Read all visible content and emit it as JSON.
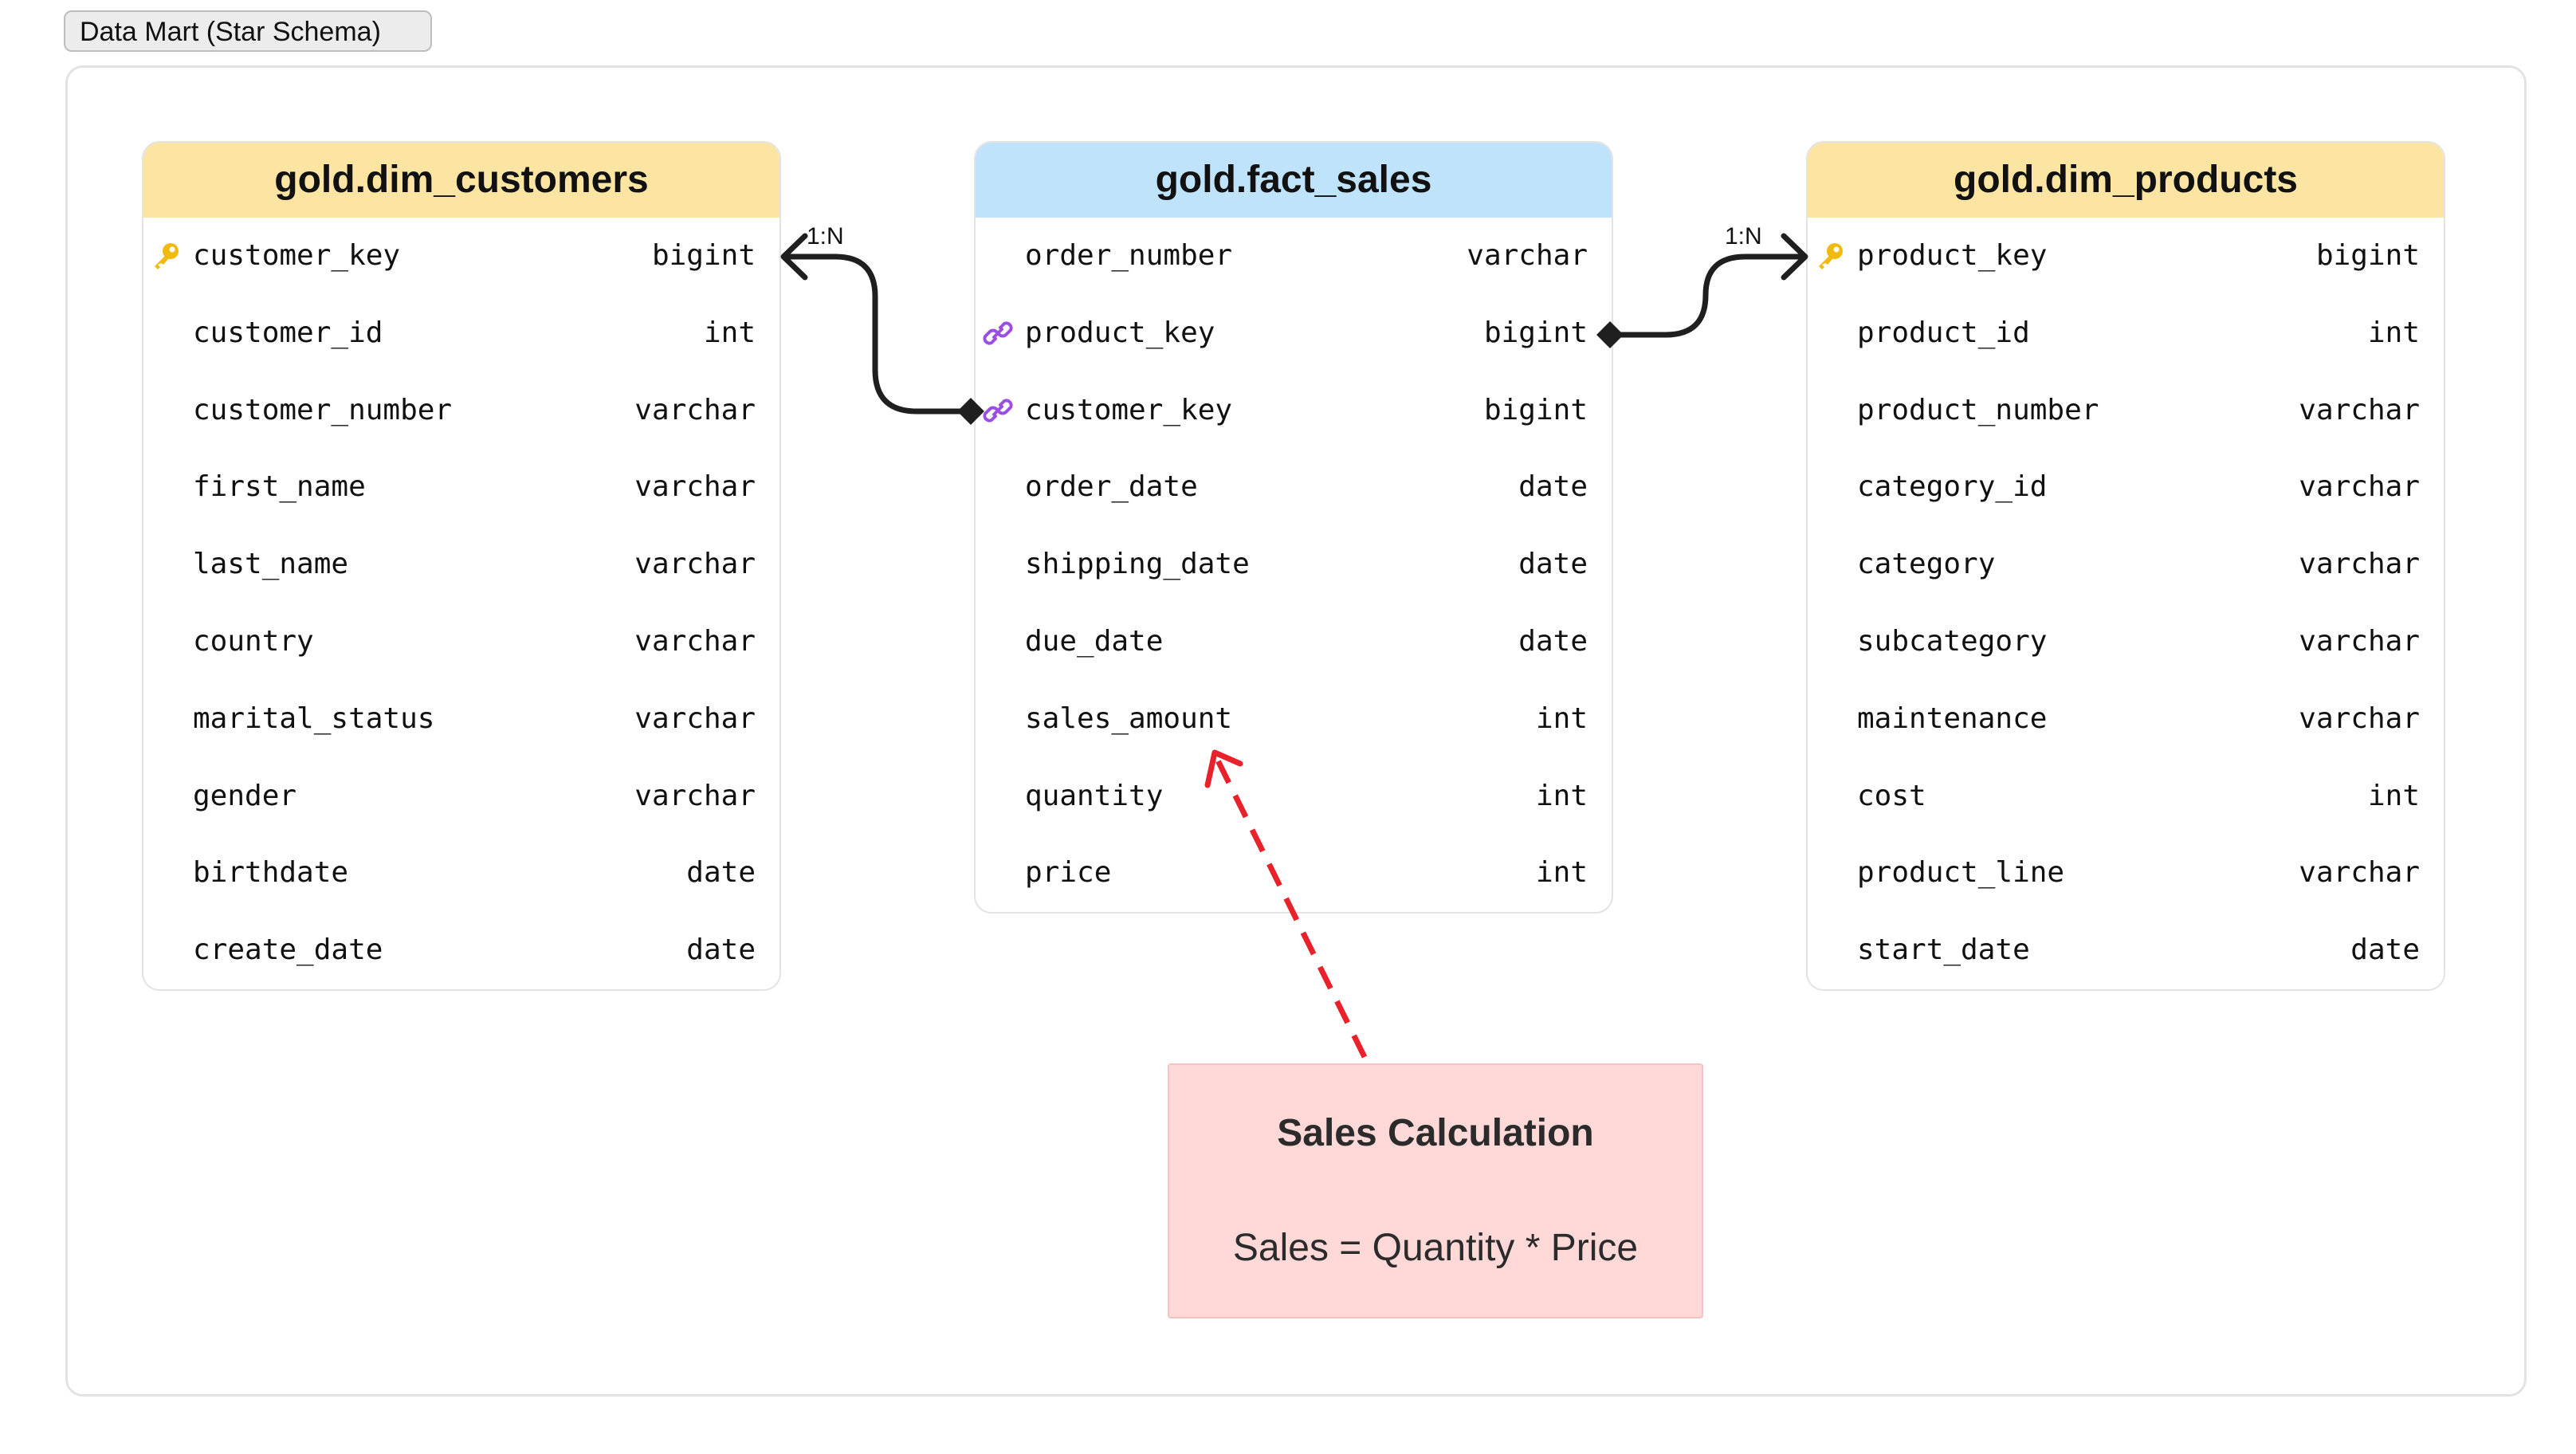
{
  "frame": {
    "label": "Data Mart (Star Schema)"
  },
  "tables": {
    "customers": {
      "title": "gold.dim_customers",
      "fields": [
        {
          "name": "customer_key",
          "type": "bigint",
          "icon": "key-icon"
        },
        {
          "name": "customer_id",
          "type": "int"
        },
        {
          "name": "customer_number",
          "type": "varchar"
        },
        {
          "name": "first_name",
          "type": "varchar"
        },
        {
          "name": "last_name",
          "type": "varchar"
        },
        {
          "name": "country",
          "type": "varchar"
        },
        {
          "name": "marital_status",
          "type": "varchar"
        },
        {
          "name": "gender",
          "type": "varchar"
        },
        {
          "name": "birthdate",
          "type": "date"
        },
        {
          "name": "create_date",
          "type": "date"
        }
      ]
    },
    "fact": {
      "title": "gold.fact_sales",
      "fields": [
        {
          "name": "order_number",
          "type": "varchar"
        },
        {
          "name": "product_key",
          "type": "bigint",
          "icon": "link-icon"
        },
        {
          "name": "customer_key",
          "type": "bigint",
          "icon": "link-icon"
        },
        {
          "name": "order_date",
          "type": "date"
        },
        {
          "name": "shipping_date",
          "type": "date"
        },
        {
          "name": "due_date",
          "type": "date"
        },
        {
          "name": "sales_amount",
          "type": "int"
        },
        {
          "name": "quantity",
          "type": "int"
        },
        {
          "name": "price",
          "type": "int"
        }
      ]
    },
    "products": {
      "title": "gold.dim_products",
      "fields": [
        {
          "name": "product_key",
          "type": "bigint",
          "icon": "key-icon"
        },
        {
          "name": "product_id",
          "type": "int"
        },
        {
          "name": "product_number",
          "type": "varchar"
        },
        {
          "name": "category_id",
          "type": "varchar"
        },
        {
          "name": "category",
          "type": "varchar"
        },
        {
          "name": "subcategory",
          "type": "varchar"
        },
        {
          "name": "maintenance",
          "type": "varchar"
        },
        {
          "name": "cost",
          "type": "int"
        },
        {
          "name": "product_line",
          "type": "varchar"
        },
        {
          "name": "start_date",
          "type": "date"
        }
      ]
    }
  },
  "relations": {
    "customers_label": "1:N",
    "products_label": "1:N"
  },
  "note": {
    "title": "Sales Calculation",
    "body": "Sales = Quantity * Price"
  },
  "colors": {
    "dim_header": "#fce5a2",
    "fact_header": "#bee3fb",
    "note_bg": "#ffd8d8",
    "key_icon": "#f2b90f",
    "link_icon": "#9b4ee6",
    "dashed_arrow": "#e8212a"
  }
}
